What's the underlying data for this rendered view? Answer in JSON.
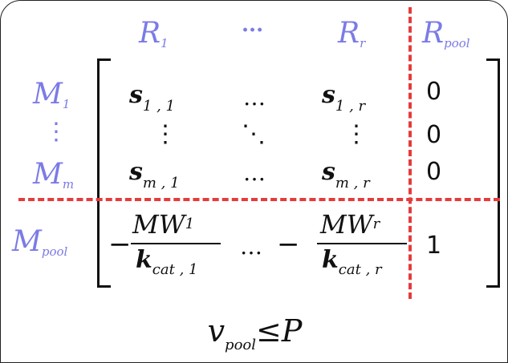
{
  "columns": {
    "r1": {
      "base": "R",
      "sub": "1"
    },
    "dots": "···",
    "rr": {
      "base": "R",
      "sub": "r"
    },
    "pool": {
      "base": "R",
      "sub": "pool"
    }
  },
  "rows": {
    "m1": {
      "base": "M",
      "sub": "1"
    },
    "vdots": "⋮",
    "mm": {
      "base": "M",
      "sub": "m"
    },
    "pool": {
      "base": "M",
      "sub": "pool"
    }
  },
  "matrix": {
    "s11": {
      "base": "s",
      "sub": "1 , 1"
    },
    "s1r": {
      "base": "s",
      "sub": "1 , r"
    },
    "sm1": {
      "base": "s",
      "sub": "m , 1"
    },
    "smr": {
      "base": "s",
      "sub": "m , r"
    },
    "hdots": "…",
    "vdots": "⋮",
    "ddots": "⋱",
    "pool_col": [
      "0",
      "0",
      "0",
      "1"
    ],
    "frac1": {
      "minus": "−",
      "num_base": "MW",
      "num_sub": "1",
      "den_base": "k",
      "den_sub": "cat , 1"
    },
    "fracr": {
      "minus": "−",
      "num_base": "MW",
      "num_sub": "r",
      "den_base": "k",
      "den_sub": "cat , r"
    }
  },
  "constraint": {
    "base": "v",
    "sub": "pool",
    "op": "≤",
    "rhs": "P"
  },
  "colors": {
    "label": "#7b7be6",
    "separator": "#e53b3b",
    "text": "#111111"
  }
}
